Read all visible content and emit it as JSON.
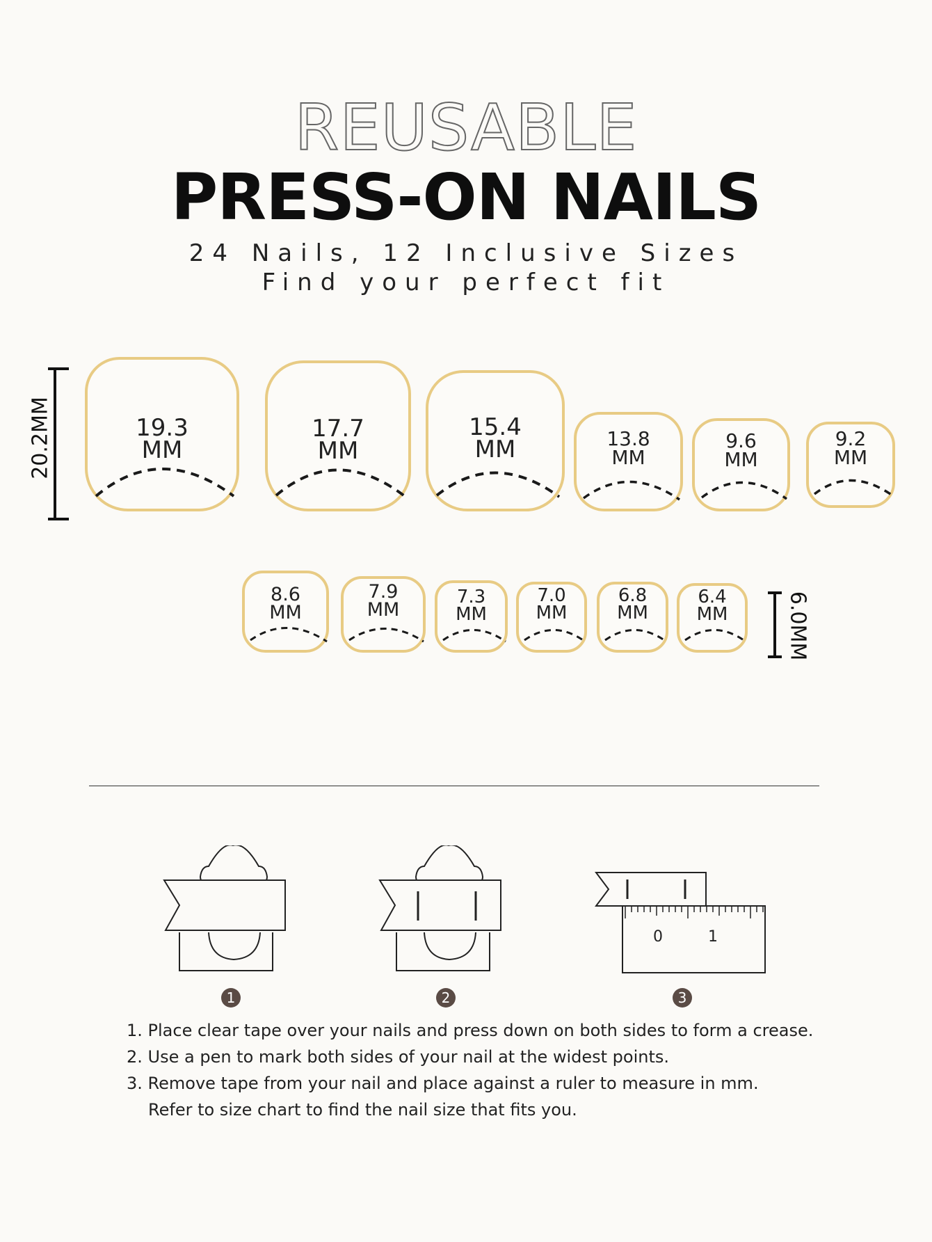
{
  "header": {
    "title_outline": "REUSABLE",
    "title_main": "PRESS-ON NAILS",
    "subtitle_line1": "24 Nails, 12 Inclusive Sizes",
    "subtitle_line2": "Find your perfect fit"
  },
  "nail_sizes": {
    "unit": "MM",
    "row1": [
      {
        "width": "19.3"
      },
      {
        "width": "17.7"
      },
      {
        "width": "15.4"
      },
      {
        "width": "13.8"
      },
      {
        "width": "9.6"
      },
      {
        "width": "9.2"
      }
    ],
    "row2": [
      {
        "width": "8.6"
      },
      {
        "width": "7.9"
      },
      {
        "width": "7.3"
      },
      {
        "width": "7.0"
      },
      {
        "width": "6.8"
      },
      {
        "width": "6.4"
      }
    ],
    "max_length_label": "20.2MM",
    "min_length_label": "6.0MM"
  },
  "steps": {
    "numbers": [
      "1",
      "2",
      "3"
    ],
    "ruler_labels": [
      "0",
      "1"
    ],
    "instructions": [
      "1. Place clear tape over your nails and press down on both sides to form a crease.",
      "2. Use a pen to mark both sides of your nail at the widest points.",
      "3. Remove tape from your nail and place against a ruler to measure in mm.",
      "Refer to size chart to find the nail size that fits you."
    ]
  },
  "colors": {
    "nail_outline": "#e8cb84",
    "step_badge": "#5a4b45"
  }
}
